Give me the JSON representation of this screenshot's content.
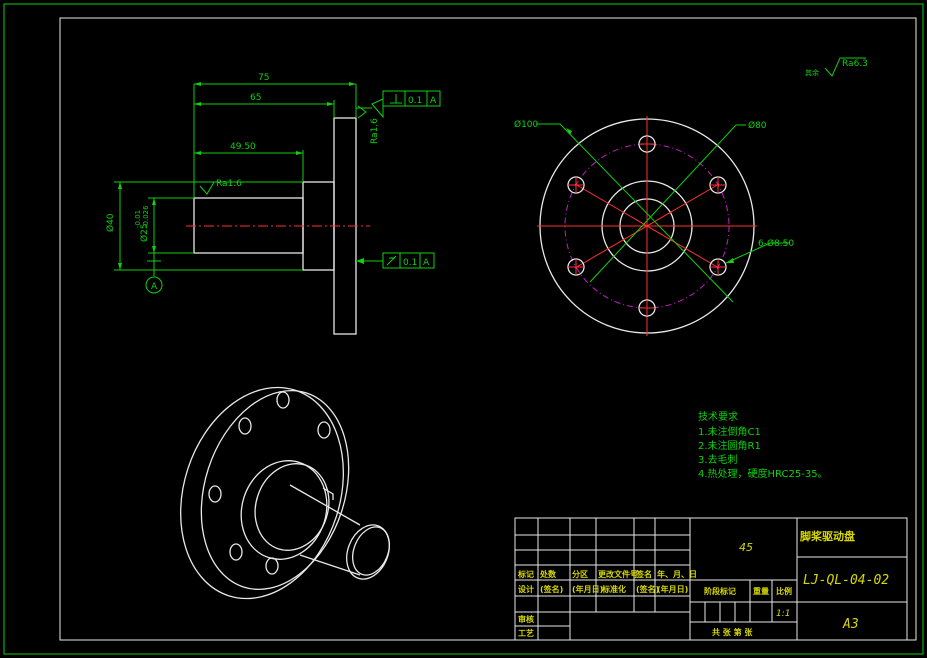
{
  "dimensions": {
    "len_75": "75",
    "len_65": "65",
    "len_49_50": "49.50",
    "dia_40": "Ø40",
    "dia_25": "Ø25",
    "tol_upper": "-0.01",
    "tol_lower": "-0.026",
    "ra_shaft": "Ra1.6",
    "ra_face": "Ra1.6",
    "ra_general": "Ra6.3",
    "ra_general_prefix": "其余",
    "datum": "A",
    "gtol1": {
      "value": "0.1",
      "datum": "A"
    },
    "gtol2": {
      "value": "0.1",
      "datum": "A"
    },
    "dia_100": "Ø100",
    "dia_80": "Ø80",
    "holes": "6-Ø8.50"
  },
  "notes": {
    "title": "技术要求",
    "items": [
      "1.未注倒角C1",
      "2.未注圆角R1",
      "3.去毛刺",
      "4.热处理，硬度HRC25-35。"
    ]
  },
  "title_block": {
    "material": "45",
    "part_name": "脚桨驱动盘",
    "drawing_no": "LJ-QL-04-02",
    "sheet_size": "A3",
    "scale_label": "比例",
    "scale": "1:1",
    "weight_label": "重量",
    "stage_label": "阶段标记",
    "sheet_text": "共  张  第  张",
    "row1": [
      "标记",
      "处数",
      "分区",
      "更改文件号",
      "签名",
      "年、月、日"
    ],
    "row2": [
      "设计",
      "(签名)",
      "(年月日)",
      "标准化",
      "(签名)",
      "(年月日)"
    ],
    "row3": [
      "审核"
    ],
    "row4": [
      "工艺"
    ]
  }
}
